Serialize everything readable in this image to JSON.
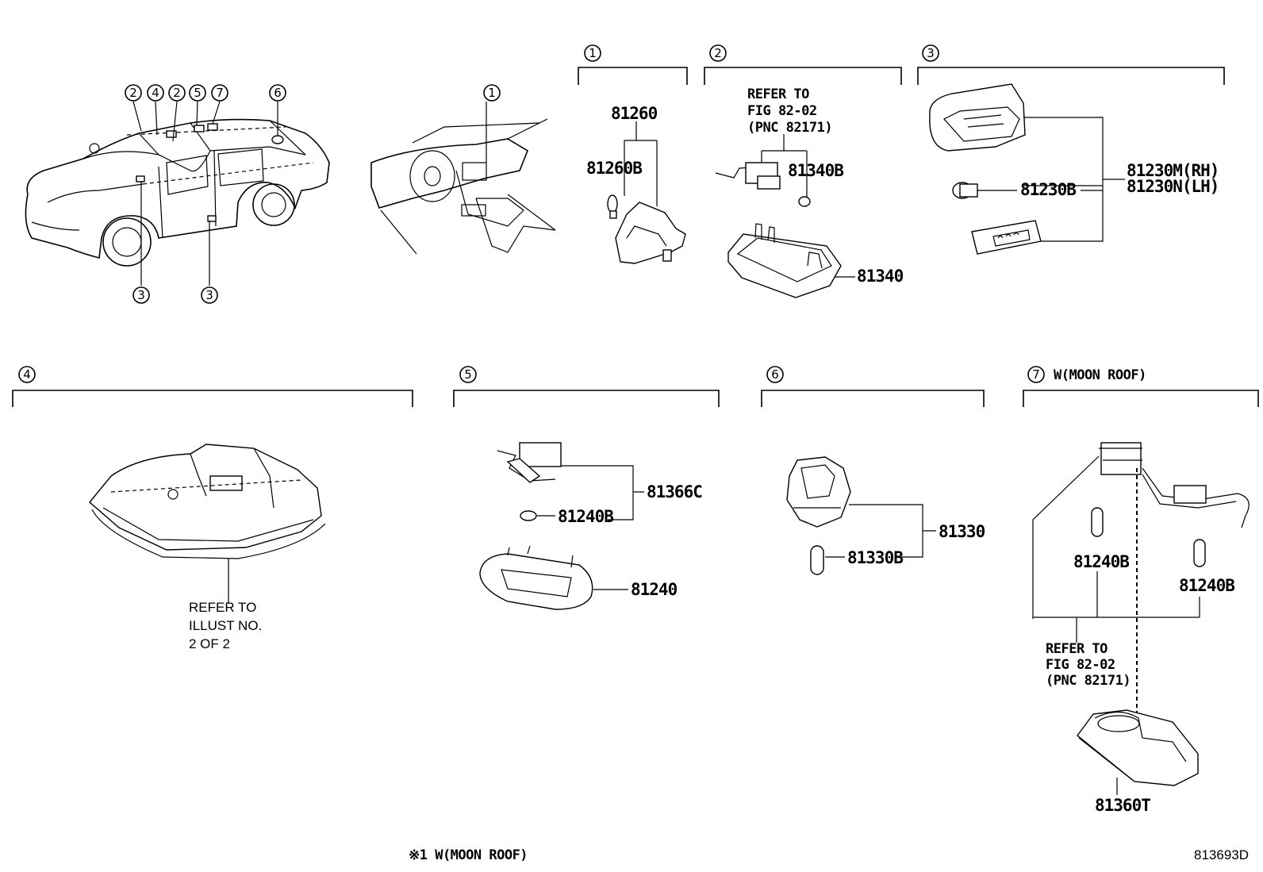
{
  "sections": {
    "s1": {
      "marker": "1"
    },
    "s2": {
      "marker": "2",
      "refer_lines": [
        "REFER TO",
        "FIG 82-02",
        "(PNC 82171)"
      ]
    },
    "s3": {
      "marker": "3"
    },
    "s4": {
      "marker": "4",
      "refer_lines": [
        "REFER TO",
        "ILLUST NO.",
        "2 OF 2"
      ]
    },
    "s5": {
      "marker": "5"
    },
    "s6": {
      "marker": "6"
    },
    "s7": {
      "marker": "7",
      "title": "W(MOON ROOF)",
      "refer_lines": [
        "REFER TO",
        "FIG 82-02",
        "(PNC 82171)"
      ]
    }
  },
  "car_callouts": {
    "top": [
      "2",
      "4",
      "2",
      "5",
      "7",
      "6"
    ],
    "bottom": [
      "3",
      "3"
    ],
    "dash": "1"
  },
  "parts": {
    "p81260": "81260",
    "p81260B": "81260B",
    "p81340B": "81340B",
    "p81340": "81340",
    "p81230B": "81230B",
    "p81230M": "81230M(RH)",
    "p81230N": "81230N(LH)",
    "p81366C": "81366C",
    "p81240B_5": "81240B",
    "p81240": "81240",
    "p81330": "81330",
    "p81330B": "81330B",
    "p81240B_7a": "81240B",
    "p81240B_7b": "81240B",
    "p81360T": "81360T"
  },
  "footer": {
    "note": "※1 W(MOON ROOF)",
    "illust_code": "813693D"
  }
}
